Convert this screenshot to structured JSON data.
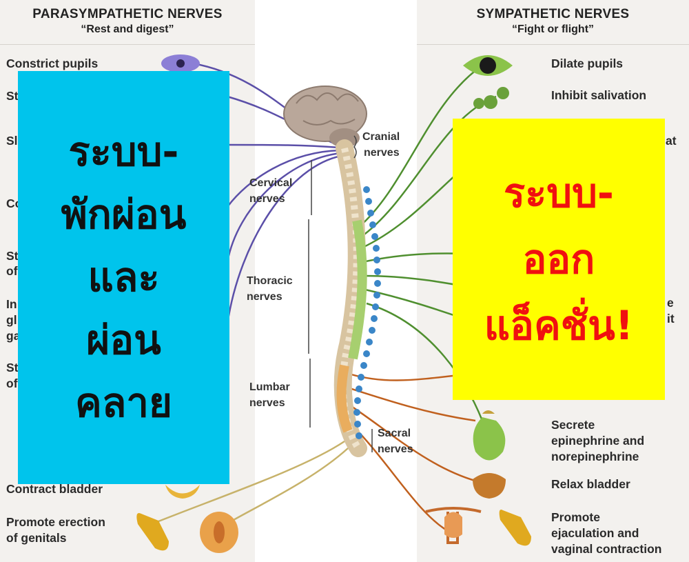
{
  "parasympathetic": {
    "title": "PARASYMPATHETIC NERVES",
    "subtitle": "“Rest and digest”",
    "labels": {
      "constrict_pupils": "Constrict pupils",
      "frag_st1": "St",
      "frag_sl": "Sl",
      "frag_co": "Co",
      "frag_st2a": "St",
      "frag_st2b": "of",
      "frag_in_a": "In",
      "frag_in_b": "gl",
      "frag_in_c": "ga",
      "frag_st3a": "St",
      "frag_st3b": "of",
      "contract_bladder": "Contract bladder",
      "promote_erection_1": "Promote erection",
      "promote_erection_2": "of genitals"
    },
    "color": "#5b4fa8"
  },
  "sympathetic": {
    "title": "SYMPATHETIC NERVES",
    "subtitle": "“Fight or flight”",
    "labels": {
      "dilate_pupils": "Dilate pupils",
      "inhibit_salivation": "Inhibit salivation",
      "frag_at": "at",
      "frag_e": "e",
      "frag_it": "it",
      "secrete_1": "Secrete",
      "secrete_2": "epinephrine and",
      "secrete_3": "norepinephrine",
      "relax_bladder": "Relax bladder",
      "promote_ejac_1": "Promote",
      "promote_ejac_2": "ejaculation and",
      "promote_ejac_3": "vaginal contraction"
    },
    "color": "#4f8f2f"
  },
  "spine_labels": {
    "cranial_1": "Cranial",
    "cranial_2": "nerves",
    "cervical_1": "Cervical",
    "cervical_2": "nerves",
    "thoracic_1": "Thoracic",
    "thoracic_2": "nerves",
    "lumbar_1": "Lumbar",
    "lumbar_2": "nerves",
    "sacral_1": "Sacral",
    "sacral_2": "nerves"
  },
  "overlay_rest": {
    "lines": [
      "ระบบ-",
      "พักผ่อน",
      "และ",
      "ผ่อน",
      "คลาย"
    ],
    "background": "#00c4ec",
    "text_color": "#111111"
  },
  "overlay_action": {
    "lines": [
      "ระบบ-",
      "ออก",
      "แอ็คชั่น!"
    ],
    "background": "#ffff00",
    "text_color": "#f01010"
  },
  "colors": {
    "sympathetic_chain": "#3a86c8",
    "sacral_nerves": "#c0601e",
    "spinal_cord": "#d8c4a0"
  }
}
